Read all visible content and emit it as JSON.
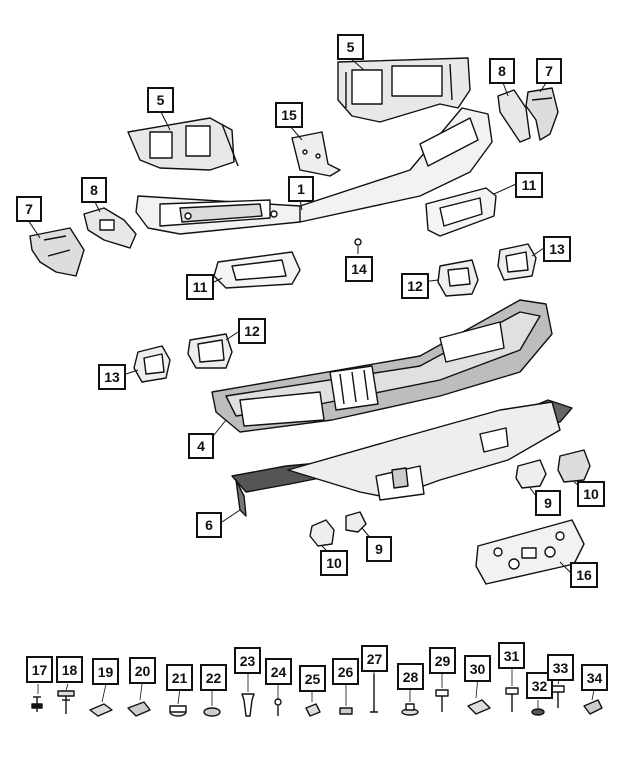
{
  "callouts": {
    "c5a": "5",
    "c5b": "5",
    "c8a": "8",
    "c7a": "7",
    "c15": "15",
    "c1": "1",
    "c11a": "11",
    "c7b": "7",
    "c8b": "8",
    "c14": "14",
    "c13a": "13",
    "c11b": "11",
    "c12a": "12",
    "c12b": "12",
    "c13b": "13",
    "c4": "4",
    "c9a": "9",
    "c10a": "10",
    "c6": "6",
    "c9b": "9",
    "c10b": "10",
    "c16": "16"
  },
  "fasteners": [
    "17",
    "18",
    "19",
    "20",
    "21",
    "22",
    "23",
    "24",
    "25",
    "26",
    "27",
    "28",
    "29",
    "30",
    "31",
    "32",
    "33",
    "34"
  ],
  "colors": {
    "ink": "#111111",
    "paper": "#ffffff",
    "shade": "#cfcfcf",
    "dark": "#555555"
  }
}
